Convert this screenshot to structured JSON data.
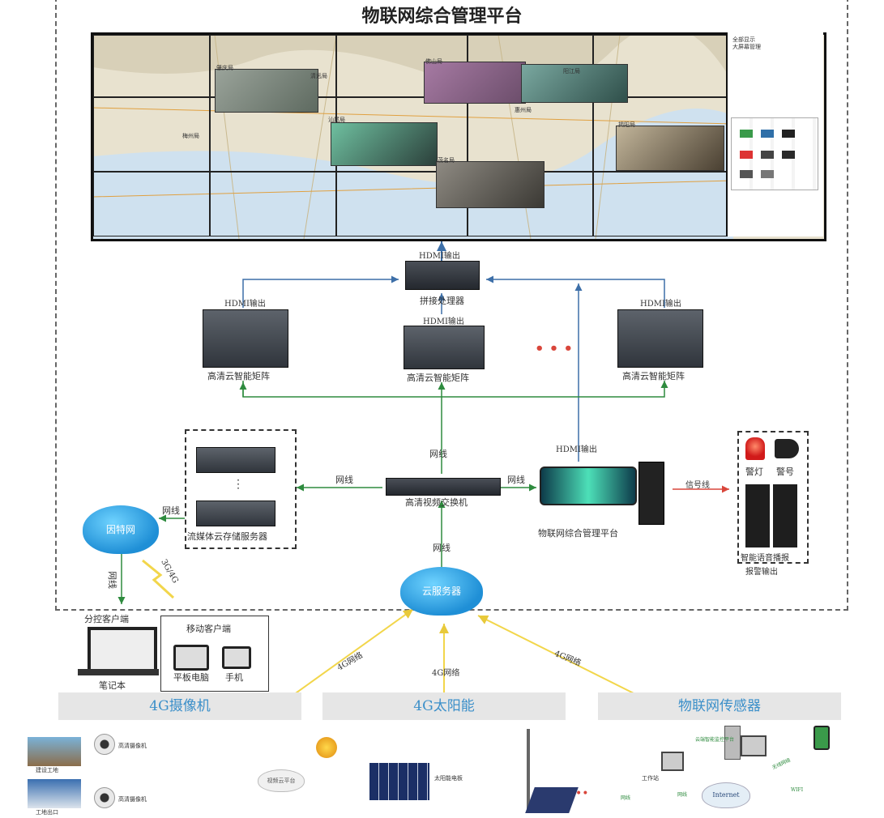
{
  "title": "物联网综合管理平台",
  "wall": {
    "map_labels": [
      "肇庆局",
      "清远局",
      "佛山局",
      "惠州局",
      "汕尾局",
      "梅州局",
      "揭阳局",
      "茂名局",
      "阳江局"
    ],
    "side_panel": {
      "items": [
        "全部显示",
        "大屏幕管理"
      ]
    }
  },
  "arrows": {
    "hdmi_out_top": "HDMI输出",
    "hdmi_out_left": "HDMI输出",
    "hdmi_out_mid": "HDMI输出",
    "hdmi_out_right": "HDMI输出",
    "hdmi_out_platform": "HDMI输出",
    "net_up": "网线",
    "net_left": "网线",
    "net_right": "网线",
    "net_down": "网线",
    "net_internet": "网线",
    "net_client": "网线",
    "signal": "信号线",
    "g34": "3G/4G",
    "net4g_left": "4G网络",
    "net4g_mid": "4G网络",
    "net4g_right": "4G网络"
  },
  "devices": {
    "splice": "拼接处理器",
    "matrix_left": "高清云智能矩阵",
    "matrix_mid": "高清云智能矩阵",
    "matrix_right": "高清云智能矩阵",
    "ellipsis": "• • •",
    "storage": "流媒体云存储服务器",
    "switch": "高清视频交换机",
    "platform": "物联网综合管理平台",
    "internet": "因特网",
    "cloud": "云服务器",
    "alarm_light": "警灯",
    "alarm_horn": "警号",
    "speaker": "智能语音播报",
    "alarm_out": "报警输出"
  },
  "clients": {
    "sub_client": "分控客户端",
    "laptop": "笔记本",
    "mobile_client": "移动客户端",
    "tablet": "平板电脑",
    "phone": "手机"
  },
  "sections": [
    "4G摄像机",
    "4G太阳能",
    "物联网传感器"
  ],
  "bottom": {
    "camera_label_1": "高清摄像机",
    "camera_label_2": "高清摄像机",
    "site_label_1": "建设工地",
    "site_label_2": "工地出口",
    "cloud_label": "视频云平台",
    "solar_label": "太阳能电板",
    "internet_label": "Internet",
    "workstation": "工作站",
    "platform_small": "云端智能监控平台",
    "net_small_1": "网线",
    "net_small_2": "网线",
    "wireless": "无线网络",
    "wifi": "WIFI"
  },
  "colors": {
    "arrow_green": "#2e8b3e",
    "arrow_blue": "#3d6fa8",
    "arrow_yellow": "#f2d64b",
    "arrow_red": "#d9463b",
    "section_text": "#3b8fc9"
  }
}
